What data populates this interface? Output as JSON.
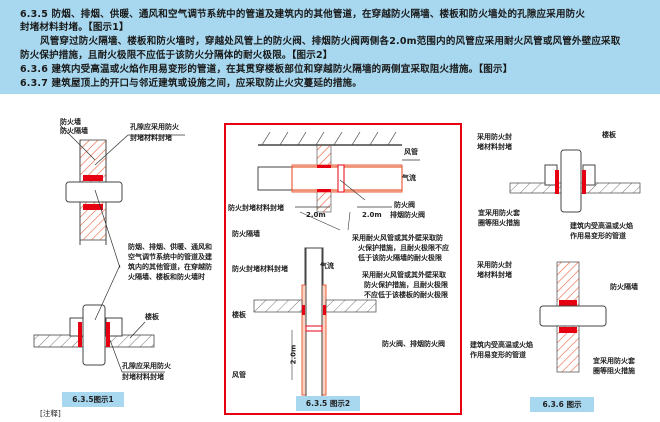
{
  "header": {
    "lines": [
      "6.3.5  防烟、排烟、供暖、通风和空气调节系统中的管道及建筑内的其他管道，在穿越防火隔墙、楼板和防火墙处的孔隙应采用防火",
      "封堵材料封堵。【图示1】",
      "风管穿过防火隔墙、楼板和防火墙时，穿越处风管上的防火阀、排烟防火阀两侧各2.0m范围内的风管应采用耐火风管或风管外壁应采取",
      "防火保护措施，且耐火极限不应低于该防火分隔体的耐火极限。【图示2】",
      "6.3.6  建筑内受高温或火焰作用易变形的管道，在其贯穿楼板部位和穿越防火隔墙的两侧宜采取阻火措施。【图示】",
      "6.3.7  建筑屋顶上的开口与邻近建筑或设施之间，应采取防止火灾蔓延的措施。"
    ],
    "background_color": "#a7d8f0"
  },
  "figure1": {
    "labels": {
      "wall": [
        "防火墙",
        "防火隔墙"
      ],
      "gap_seal": [
        "孔隙应采用防火",
        "封堵材料封堵"
      ],
      "pipes": [
        "防烟、排烟、供暖、通风和",
        "空气调节系统中的管道及建",
        "筑内的其他管道，在穿越防",
        "火隔墙、楼板和防火墙时"
      ],
      "floor": "楼板",
      "gap_seal_2": [
        "孔隙应采用防火",
        "封堵材料封堵"
      ]
    },
    "caption": "6.3.5图示1"
  },
  "figure2": {
    "labels": {
      "duct": "风管",
      "airflow": "气流",
      "damper": [
        "防火阀",
        "排烟防火阀"
      ],
      "seal": "防火封堵材料封堵",
      "dim_left": "2.0m",
      "dim_right": "2.0m",
      "partition": "防火隔墙",
      "protect1": [
        "采用耐火风管或其外壁采取防",
        "火保护措施，且耐火极限不应",
        "低于该防火隔墙的耐火极限"
      ],
      "seal2": "防火封堵材料封堵",
      "airflow2": "气流",
      "protect2": [
        "采用耐火风管或其外壁采取",
        "防火保护措施，且耐火极限",
        "不应低于该楼板的耐火极限"
      ],
      "floor": "楼板",
      "damper2": "防火阀、排烟防火阀",
      "dim_vert": "2.0m",
      "duct2": "风管"
    },
    "caption": "6.3.5 图示2",
    "highlight_color": "#e60012"
  },
  "figure3": {
    "labels": {
      "seal_top": [
        "采用防火封",
        "堵材料封堵"
      ],
      "floor": "楼板",
      "collar": [
        "宜采用防火套",
        "圈等阻火措施"
      ],
      "pipe": [
        "建筑内受高温或火焰",
        "作用易变形的管道"
      ],
      "seal_mid": [
        "采用防火封",
        "堵材料封堵"
      ],
      "partition": "防火隔墙",
      "pipe2": [
        "建筑内受高温或火焰",
        "作用易变形的管道"
      ],
      "collar2": [
        "宜采用防火套",
        "圈等阻火措施"
      ]
    },
    "caption": "6.3.6 图示"
  },
  "note_label": "[注释]"
}
